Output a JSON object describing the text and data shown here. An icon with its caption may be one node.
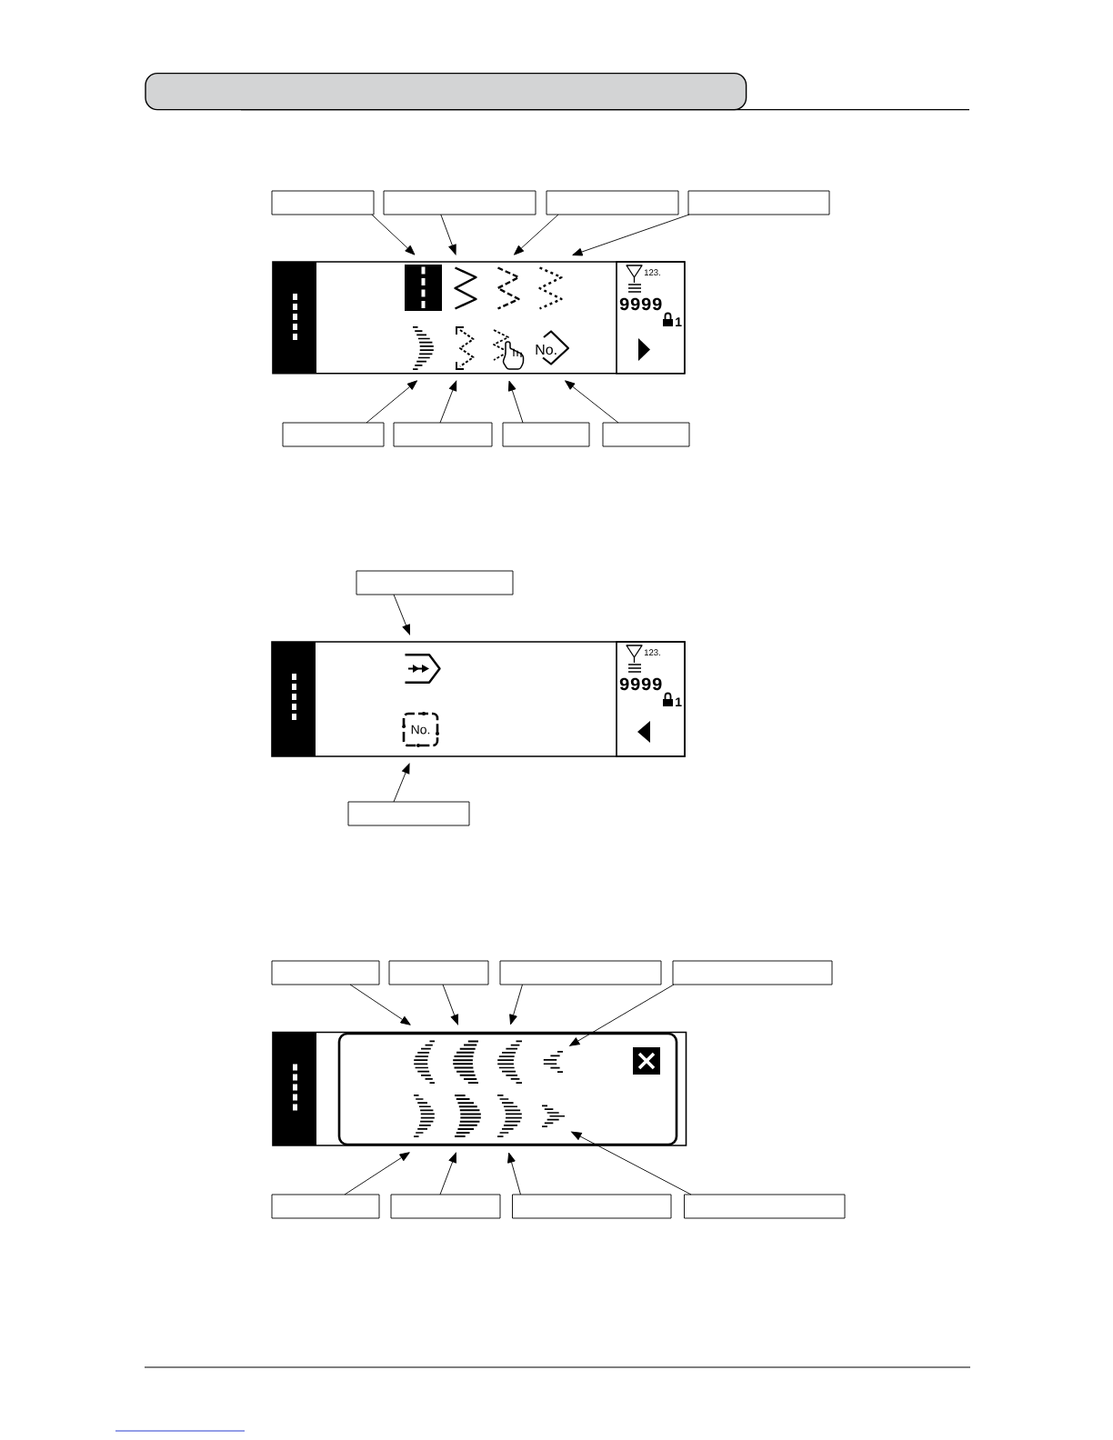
{
  "diagram": {
    "nodes": [
      {
        "text": [],
        "shape": "box"
      },
      {
        "text": [],
        "shape": "box"
      },
      {
        "text": [],
        "shape": "box"
      },
      {
        "text": [],
        "shape": "box"
      },
      {
        "text": [],
        "shape": "box"
      },
      {
        "text": [],
        "shape": "picture",
        "in": 4
      },
      {
        "text": [],
        "shape": "picture",
        "in": 4
      },
      {
        "text": [],
        "shape": "picture",
        "in": 4
      },
      {
        "text": [],
        "shape": "picture",
        "in": 4
      },
      {
        "text": [],
        "shape": "picture",
        "in": 4
      },
      {
        "text": [],
        "shape": "picture",
        "in": 4
      },
      {
        "text": [],
        "shape": "picture",
        "in": 4
      },
      {
        "text": [
          "No."
        ],
        "in": 4
      },
      {
        "text": [
          "123.",
          "9999",
          "1"
        ],
        "in": 4
      },
      {
        "text": [],
        "shape": "box"
      },
      {
        "text": [],
        "shape": "box"
      },
      {
        "text": [],
        "shape": "box"
      },
      {
        "text": [],
        "shape": "box"
      },
      {
        "text": [],
        "shape": "box"
      },
      {
        "text": [],
        "shape": "box"
      },
      {
        "text": [],
        "shape": "picture",
        "in": 19
      },
      {
        "text": [
          "No."
        ],
        "in": 19
      },
      {
        "text": [
          "123.",
          "9999",
          "1"
        ],
        "in": 19
      },
      {
        "text": [],
        "shape": "box"
      },
      {
        "text": [],
        "shape": "box"
      },
      {
        "text": [],
        "shape": "box"
      },
      {
        "text": [],
        "shape": "box"
      },
      {
        "text": [],
        "shape": "box"
      },
      {
        "text": [],
        "shape": "box"
      },
      {
        "text": [],
        "shape": "box",
        "in": 28
      },
      {
        "text": [],
        "shape": "picture",
        "in": 29
      },
      {
        "text": [],
        "shape": "picture",
        "in": 29
      },
      {
        "text": [],
        "shape": "picture",
        "in": 29
      },
      {
        "text": [],
        "shape": "picture",
        "in": 29
      },
      {
        "text": [],
        "shape": "picture",
        "in": 29
      },
      {
        "text": [],
        "shape": "picture",
        "in": 29
      },
      {
        "text": [],
        "shape": "picture",
        "in": 29
      },
      {
        "text": [],
        "shape": "picture",
        "in": 29
      },
      {
        "text": [],
        "shape": "box"
      },
      {
        "text": [],
        "shape": "box"
      },
      {
        "text": [],
        "shape": "box"
      },
      {
        "text": [],
        "shape": "box"
      }
    ],
    "edges": [
      {
        "from": 0,
        "to": 5,
        "arrow": "to"
      },
      {
        "from": 1,
        "to": 6,
        "arrow": "to"
      },
      {
        "from": 2,
        "to": 7,
        "arrow": "to"
      },
      {
        "from": 3,
        "to": 8,
        "arrow": "to"
      },
      {
        "from": 14,
        "to": 9,
        "arrow": "to"
      },
      {
        "from": 15,
        "to": 10,
        "arrow": "to"
      },
      {
        "from": 16,
        "to": 11,
        "arrow": "to"
      },
      {
        "from": 17,
        "to": 12,
        "arrow": "to"
      },
      {
        "from": 18,
        "to": 20,
        "arrow": "to"
      },
      {
        "from": 23,
        "to": 21,
        "arrow": "to"
      },
      {
        "from": 24,
        "to": 30,
        "arrow": "to"
      },
      {
        "from": 25,
        "to": 31,
        "arrow": "to"
      },
      {
        "from": 26,
        "to": 32,
        "arrow": "to"
      },
      {
        "from": 27,
        "to": 33,
        "arrow": "to"
      },
      {
        "from": 38,
        "to": 34,
        "arrow": "to"
      },
      {
        "from": 39,
        "to": 35,
        "arrow": "to"
      },
      {
        "from": 40,
        "to": 36,
        "arrow": "to"
      },
      {
        "from": 41,
        "to": 37,
        "arrow": "to"
      }
    ]
  }
}
